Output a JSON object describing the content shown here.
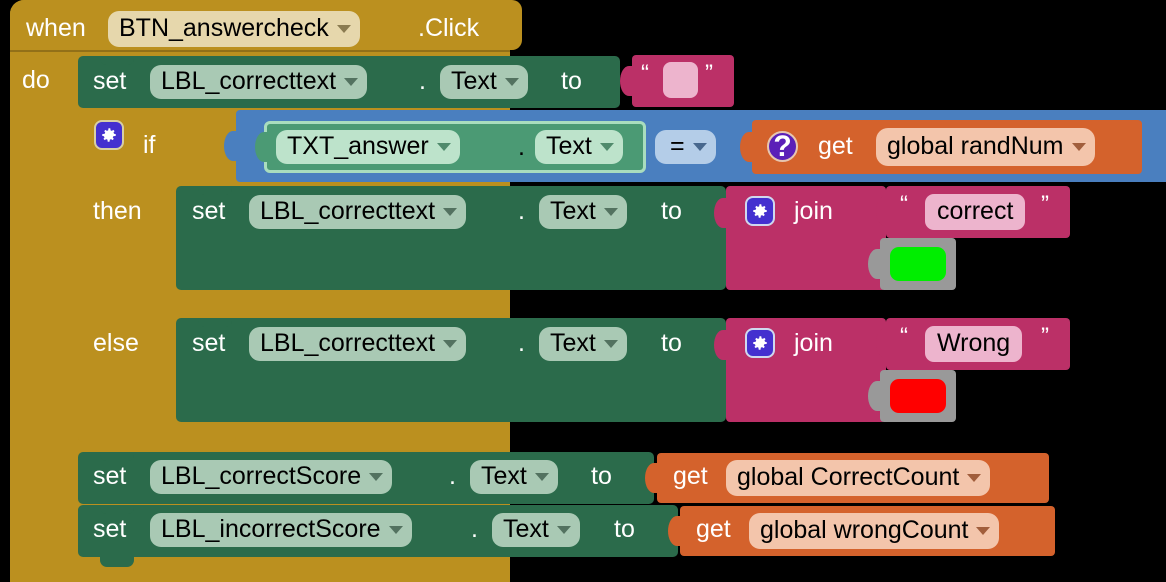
{
  "editor": {
    "name": "app-inventor-blocks-canvas",
    "background": "#000000"
  },
  "palette": {
    "event_gold": "#bb901f",
    "statement_green": "#2b6b4b",
    "component_get_green": "#4b9a74",
    "control_blue": "#4a7fbf",
    "text_crimson": "#bb3067",
    "variable_orange": "#d4622c",
    "color_block_grey": "#999999",
    "gear_icon_blue": "#4430cf",
    "help_icon_purple": "#5b1fb8"
  },
  "event": {
    "when_label": "when",
    "component": "BTN_answercheck",
    "event_suffix": ".Click",
    "do_label": "do"
  },
  "rows": {
    "set_correcttext_empty": {
      "set_label": "set",
      "component": "LBL_correcttext",
      "dot": ".",
      "property": "Text",
      "to_label": "to",
      "value_text": "",
      "open_quote": "“",
      "close_quote": "”"
    },
    "if_block": {
      "if_label": "if",
      "then_label": "then",
      "else_label": "else",
      "gear_icon": "gear-icon",
      "condition": {
        "left_component": "TXT_answer",
        "dot": ".",
        "left_property": "Text",
        "operator": "=",
        "right_get_label": "get",
        "right_variable": "global randNum",
        "help_icon": "question-mark-icon"
      }
    },
    "then_branch": {
      "set_label": "set",
      "component": "LBL_correcttext",
      "dot": ".",
      "property": "Text",
      "to_label": "to",
      "join_label": "join",
      "gear_icon": "gear-icon",
      "string_value": "correct",
      "open_quote": "“",
      "close_quote": "”",
      "color_value": "#00ee00"
    },
    "else_branch": {
      "set_label": "set",
      "component": "LBL_correcttext",
      "dot": ".",
      "property": "Text",
      "to_label": "to",
      "join_label": "join",
      "gear_icon": "gear-icon",
      "string_value": "Wrong",
      "open_quote": "“",
      "close_quote": "”",
      "color_value": "#ff0000"
    },
    "set_correct_score": {
      "set_label": "set",
      "component": "LBL_correctScore",
      "dot": ".",
      "property": "Text",
      "to_label": "to",
      "get_label": "get",
      "variable": "global CorrectCount"
    },
    "set_incorrect_score": {
      "set_label": "set",
      "component": "LBL_incorrectScore",
      "dot": ".",
      "property": "Text",
      "to_label": "to",
      "get_label": "get",
      "variable": "global wrongCount"
    }
  }
}
